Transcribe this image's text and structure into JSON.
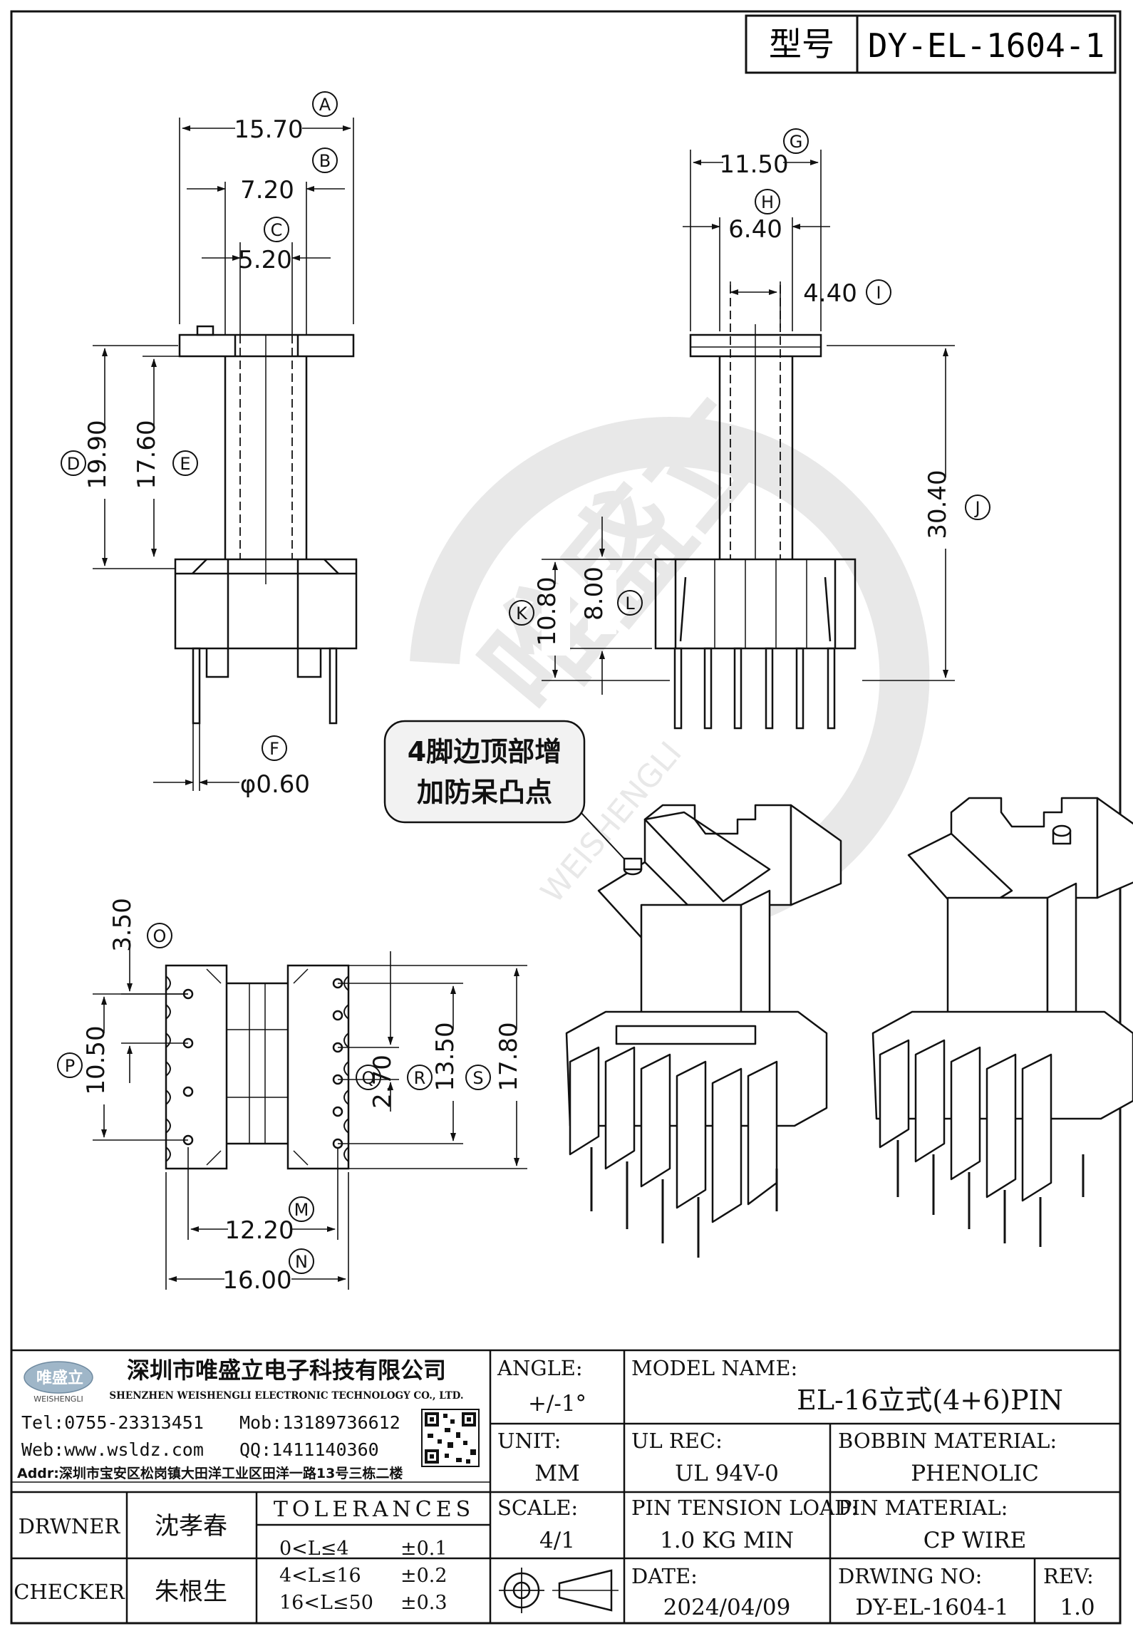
{
  "header": {
    "model_label": "型号",
    "model_value": "DY-EL-1604-1"
  },
  "dimensions": {
    "A": "15.70",
    "B": "7.20",
    "C": "5.20",
    "D": "19.90",
    "E": "17.60",
    "F": "φ0.60",
    "G": "11.50",
    "H": "6.40",
    "I": "4.40",
    "J": "30.40",
    "K": "10.80",
    "L": "8.00",
    "M": "12.20",
    "N": "16.00",
    "O": "3.50",
    "P": "10.50",
    "Q": "2.70",
    "R": "13.50",
    "S": "17.80"
  },
  "callout": {
    "line1": "4脚边顶部增",
    "line2": "加防呆凸点"
  },
  "watermark": {
    "cn": "唯盛立",
    "en": "WEISHENGLI"
  },
  "company": {
    "logo_cn": "唯盛立",
    "logo_en": "WEISHENGLI",
    "name_cn": "深圳市唯盛立电子科技有限公司",
    "name_en": "SHENZHEN WEISHENGLI ELECTRONIC TECHNOLOGY CO., LTD.",
    "tel": "Tel:0755-23313451",
    "mob": "Mob:13189736612",
    "web": "Web:www.wsldz.com",
    "qq": "QQ:1411140360",
    "addr": "Addr:深圳市宝安区松岗镇大田洋工业区田洋一路13号三栋二楼"
  },
  "title_block": {
    "angle_label": "ANGLE:",
    "angle_value": "+/-1°",
    "model_name_label": "MODEL NAME:",
    "model_name_value": "EL-16立式(4+6)PIN",
    "unit_label": "UNIT:",
    "unit_value": "MM",
    "ul_rec_label": "UL REC:",
    "ul_rec_value": "UL 94V-0",
    "bobbin_material_label": "BOBBIN MATERIAL:",
    "bobbin_material_value": "PHENOLIC",
    "scale_label": "SCALE:",
    "scale_value": "4/1",
    "pin_tension_label": "PIN TENSION LOAD:",
    "pin_tension_value": "1.0 KG MIN",
    "pin_material_label": "PIN MATERIAL:",
    "pin_material_value": "CP WIRE",
    "date_label": "DATE:",
    "date_value": "2024/04/09",
    "drawing_no_label": "DRWING NO:",
    "drawing_no_value": "DY-EL-1604-1",
    "rev_label": "REV:",
    "rev_value": "1.0",
    "drawer_label": "DRWNER",
    "drawer_name": "沈孝春",
    "checker_label": "CHECKER",
    "checker_name": "朱根生",
    "tolerances_label": "TOLERANCES",
    "tolerances": [
      {
        "range": "0<L≤4",
        "value": "±0.1"
      },
      {
        "range": "4<L≤16",
        "value": "±0.2"
      },
      {
        "range": "16<L≤50",
        "value": "±0.3"
      }
    ]
  },
  "colors": {
    "line": "#111111",
    "watermark": "#e4e4e4",
    "callout_fill": "#f2f2f2"
  }
}
